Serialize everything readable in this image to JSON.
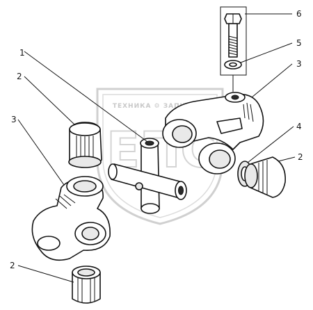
{
  "watermark": {
    "top_text": "ТЕХНИКА ⚙ ЗАПЧАСТИ",
    "big_text": "ЕПС"
  },
  "callouts": [
    {
      "id": "c1",
      "label": "1"
    },
    {
      "id": "c2a",
      "label": "2"
    },
    {
      "id": "c3a",
      "label": "3"
    },
    {
      "id": "c2b",
      "label": "2"
    },
    {
      "id": "c6",
      "label": "6"
    },
    {
      "id": "c5",
      "label": "5"
    },
    {
      "id": "c3b",
      "label": "3"
    },
    {
      "id": "c4",
      "label": "4"
    },
    {
      "id": "c2c",
      "label": "2"
    }
  ],
  "colors": {
    "ink": "#111111",
    "watermark": "#c8c8c8"
  }
}
